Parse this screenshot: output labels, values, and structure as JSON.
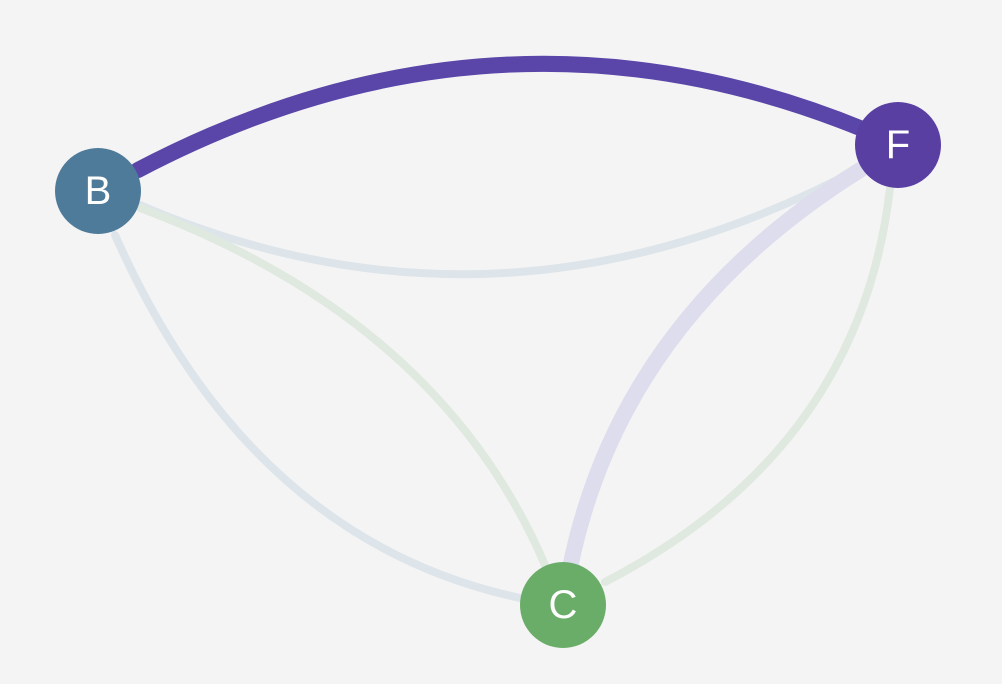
{
  "graph": {
    "background": "#f4f4f4",
    "nodes": [
      {
        "id": "B",
        "label": "B",
        "color": "#4f7b9a"
      },
      {
        "id": "F",
        "label": "F",
        "color": "#5a3fa3"
      },
      {
        "id": "C",
        "label": "C",
        "color": "#6aad68"
      }
    ],
    "edges": [
      {
        "source": "B",
        "target": "F",
        "emphasis": "strong",
        "color": "#5a45a8"
      },
      {
        "source": "B",
        "target": "F",
        "emphasis": "faint",
        "color": "#dde5ea"
      },
      {
        "source": "B",
        "target": "C",
        "emphasis": "faint",
        "color": "#dde5ea"
      },
      {
        "source": "B",
        "target": "C",
        "emphasis": "faint",
        "color": "#dfe9df"
      },
      {
        "source": "F",
        "target": "C",
        "emphasis": "medium",
        "color": "#dedded"
      },
      {
        "source": "F",
        "target": "C",
        "emphasis": "faint",
        "color": "#dfe9df"
      }
    ]
  }
}
